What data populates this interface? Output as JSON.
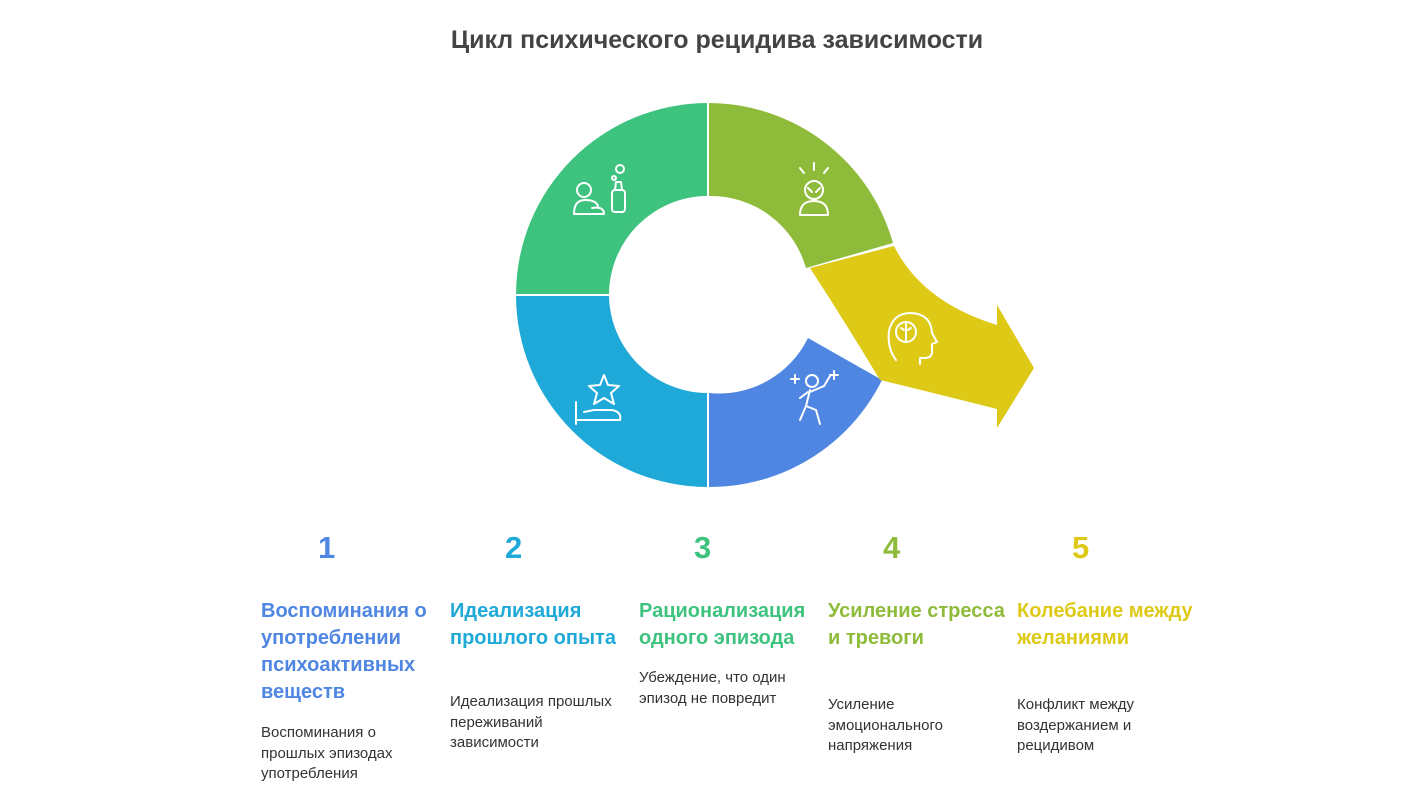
{
  "title": "Цикл психического рецидива зависимости",
  "colors": {
    "blue": "#4f86e2",
    "cyan": "#1fa9d8",
    "teal": "#3ec37f",
    "green": "#8fbb3a",
    "yellow": "#ddc916",
    "heading": "#444444",
    "text": "#333333"
  },
  "segments": [
    {
      "icon": "person-bottle-icon",
      "color": "#3ec37f"
    },
    {
      "icon": "stressed-person-icon",
      "color": "#8fbb3a"
    },
    {
      "icon": "head-brain-icon",
      "color": "#ddc916"
    },
    {
      "icon": "celebrating-person-icon",
      "color": "#4f86e2"
    },
    {
      "icon": "hand-star-icon",
      "color": "#1fa9d8"
    }
  ],
  "steps": [
    {
      "num": "1",
      "title": "Воспоминания о употреблении психоактивных веществ",
      "desc": "Воспоминания о прошлых эпизодах употребления"
    },
    {
      "num": "2",
      "title": "Идеализация прошлого опыта",
      "desc": "Идеализация прошлых переживаний зависимости"
    },
    {
      "num": "3",
      "title": "Рационализация одного эпизода",
      "desc": "Убеждение, что один эпизод не повредит"
    },
    {
      "num": "4",
      "title": "Усиление стресса и тревоги",
      "desc": "Усиление эмоционального напряжения"
    },
    {
      "num": "5",
      "title": "Колебание между желаниями",
      "desc": "Конфликт между воздержанием и рецидивом"
    }
  ]
}
